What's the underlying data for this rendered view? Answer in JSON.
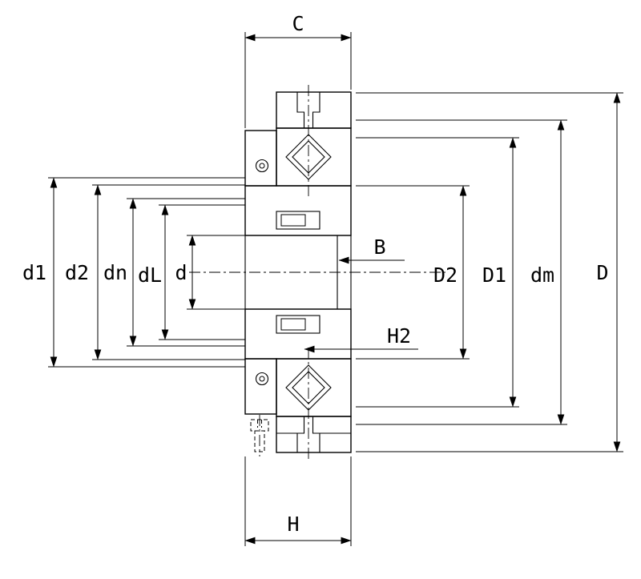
{
  "drawing": {
    "background": "#ffffff",
    "line_color": "#000000",
    "labels": {
      "c": "C",
      "h": "H",
      "b": "B",
      "h2": "H2",
      "left": [
        "d1",
        "d2",
        "dn",
        "dL",
        "d"
      ],
      "right": [
        "D2",
        "D1",
        "dm",
        "D"
      ]
    }
  }
}
